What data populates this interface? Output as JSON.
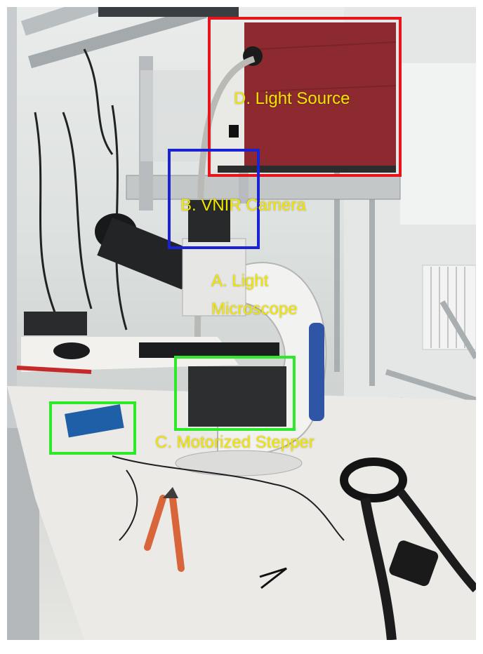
{
  "labels": {
    "light_source": "D. Light Source",
    "vnir_camera": "B. VNIR Camera",
    "microscope_line1": "A. Light",
    "microscope_line2": "Microscope",
    "stepper": "C. Motorized Stepper"
  },
  "colors": {
    "label_text": "#f2e600",
    "light_source_box": "#e8141b",
    "camera_box": "#1a22d6",
    "stepper_box": "#2ee82a",
    "arduino_box": "#2ee82a",
    "light_source_body": "#8c2a2f",
    "table_surface": "#eceae6",
    "pliers_handle": "#d9663a"
  }
}
